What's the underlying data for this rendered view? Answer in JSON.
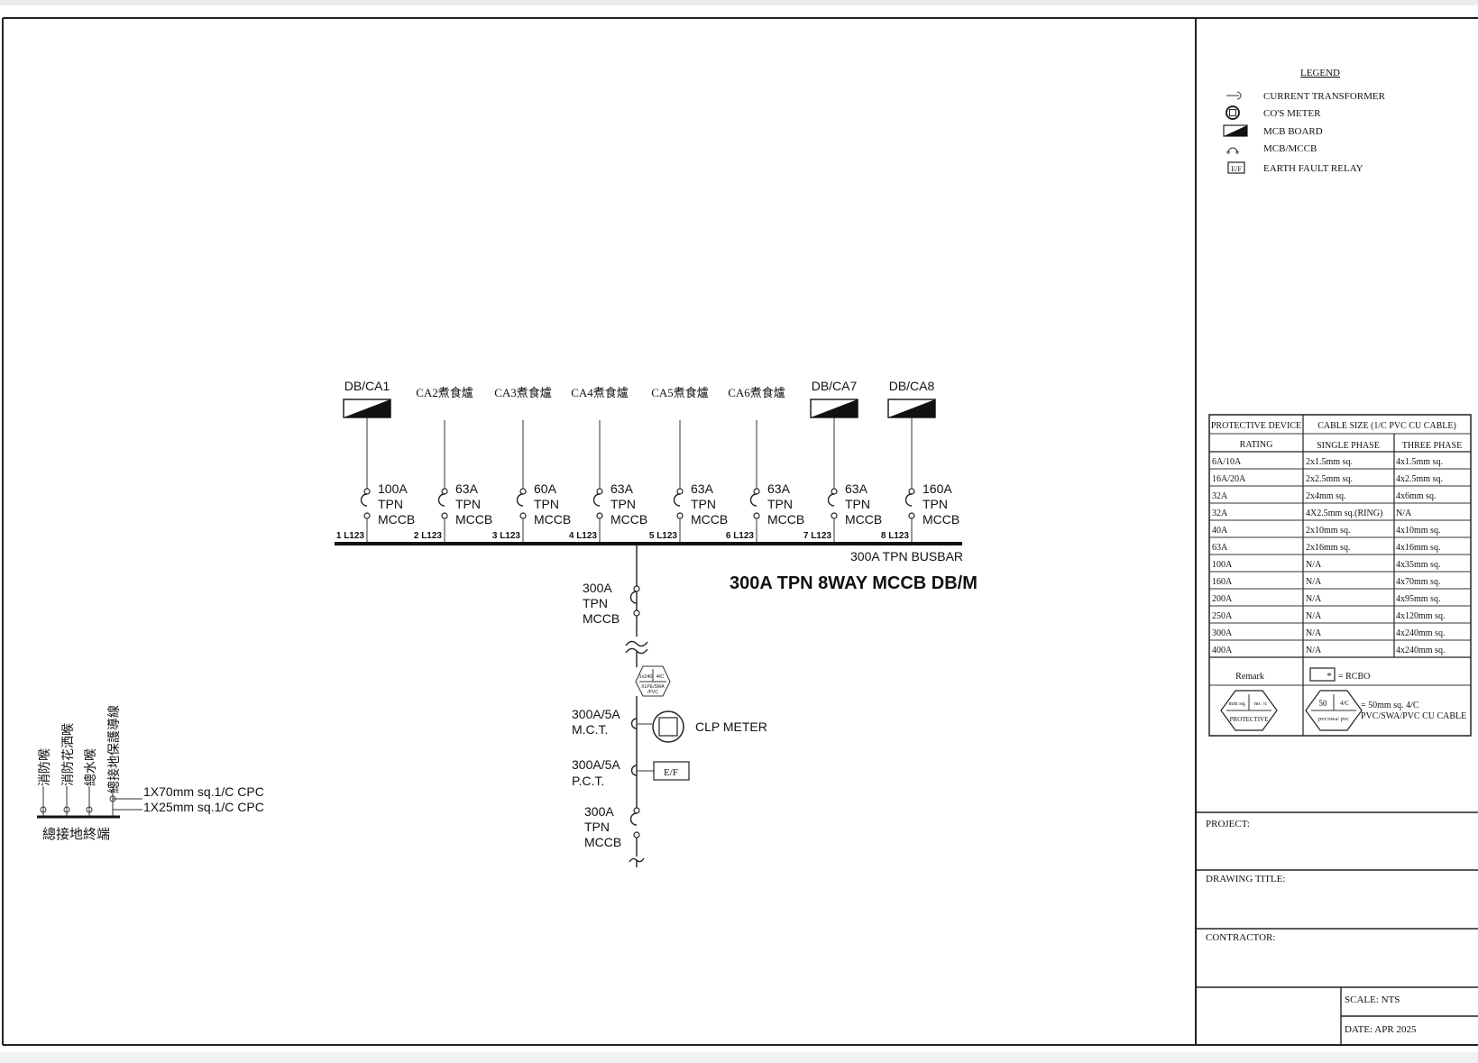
{
  "colors": {
    "ink": "#222222",
    "paper": "#ffffff",
    "frame": "#222222"
  },
  "legend": {
    "title": "LEGEND",
    "items": [
      {
        "icon": "current-transformer-icon",
        "label": "CURRENT TRANSFORMER"
      },
      {
        "icon": "cos-meter-icon",
        "label": "CO'S METER"
      },
      {
        "icon": "mcb-board-icon",
        "label": "MCB BOARD"
      },
      {
        "icon": "mcb-mccb-icon",
        "label": "MCB/MCCB"
      },
      {
        "icon": "earth-fault-relay-icon",
        "label": "EARTH FAULT RELAY",
        "badge": "E/F"
      }
    ]
  },
  "cable_table": {
    "header_left_1": "PROTECTIVE DEVICE",
    "header_left_2": "RATING",
    "header_right": "CABLE SIZE (1/C PVC CU CABLE)",
    "col_single": "SINGLE PHASE",
    "col_three": "THREE PHASE",
    "rows": [
      [
        "6A/10A",
        "2x1.5mm sq.",
        "4x1.5mm sq."
      ],
      [
        "16A/20A",
        "2x2.5mm sq.",
        "4x2.5mm sq."
      ],
      [
        "32A",
        "2x4mm sq.",
        "4x6mm sq."
      ],
      [
        "32A",
        "4X2.5mm sq.(RING)",
        "N/A"
      ],
      [
        "40A",
        "2x10mm sq.",
        "4x10mm sq."
      ],
      [
        "63A",
        "2x16mm sq.",
        "4x16mm sq."
      ],
      [
        "100A",
        "N/A",
        "4x35mm sq."
      ],
      [
        "160A",
        "N/A",
        "4x70mm sq."
      ],
      [
        "200A",
        "N/A",
        "4x95mm sq."
      ],
      [
        "250A",
        "N/A",
        "4x120mm sq."
      ],
      [
        "300A",
        "N/A",
        "4x240mm sq."
      ],
      [
        "400A",
        "N/A",
        "4x240mm sq."
      ]
    ],
    "remark_label": "Remark",
    "remark_symbol": "*",
    "remark_text": "= RCBO",
    "hex_top_left": "mm sq.",
    "hex_top_right": "no. /c",
    "hex_bottom": "PROTECTIVE",
    "example_size": "50",
    "example_cores": "4/C",
    "example_type": "pvc/swa/ pvc",
    "example_text_1": "= 50mm sq.   4/C",
    "example_text_2": "PVC/SWA/PVC CU CABLE"
  },
  "title_block": {
    "project": "PROJECT:",
    "drawing_title": "DRAWING TITLE:",
    "contractor": "CONTRACTOR:",
    "scale": "SCALE: NTS",
    "date": "DATE: APR 2025"
  },
  "diagram": {
    "main_title": "300A TPN 8WAY MCCB DB/M",
    "busbar_label": "300A TPN BUSBAR",
    "ways": [
      {
        "load": "DB/CA1",
        "board": true,
        "rating": "100A",
        "type": "TPN",
        "device": "MCCB",
        "circuit": "1 L123"
      },
      {
        "load": "CA2煮食爐",
        "board": false,
        "rating": "63A",
        "type": "TPN",
        "device": "MCCB",
        "circuit": "2 L123"
      },
      {
        "load": "CA3煮食爐",
        "board": false,
        "rating": "60A",
        "type": "TPN",
        "device": "MCCB",
        "circuit": "3 L123"
      },
      {
        "load": "CA4煮食爐",
        "board": false,
        "rating": "63A",
        "type": "TPN",
        "device": "MCCB",
        "circuit": "4 L123"
      },
      {
        "load": "CA5煮食爐",
        "board": false,
        "rating": "63A",
        "type": "TPN",
        "device": "MCCB",
        "circuit": "5 L123"
      },
      {
        "load": "CA6煮食爐",
        "board": false,
        "rating": "63A",
        "type": "TPN",
        "device": "MCCB",
        "circuit": "6 L123"
      },
      {
        "load": "DB/CA7",
        "board": true,
        "rating": "63A",
        "type": "TPN",
        "device": "MCCB",
        "circuit": "7 L123"
      },
      {
        "load": "DB/CA8",
        "board": true,
        "rating": "160A",
        "type": "TPN",
        "device": "MCCB",
        "circuit": "8 L123"
      }
    ],
    "incomer_breaker": [
      "300A",
      "TPN",
      "MCCB"
    ],
    "incoming_cable_hex": [
      "1x240",
      "4/C",
      "XLPE/SWA",
      "/PVC"
    ],
    "mct_label": [
      "300A/5A",
      "M.C.T."
    ],
    "meter_label": "CLP METER",
    "pct_label": [
      "300A/5A",
      "P.C.T."
    ],
    "ef_label": "E/F",
    "supply_breaker": [
      "300A",
      "TPN",
      "MCCB"
    ]
  },
  "earthing": {
    "vertical_labels": [
      "消防喉",
      "消防花洒喉",
      "總水喉",
      "總接地保護導線"
    ],
    "cable_1": "1X70mm sq.1/C CPC",
    "cable_2": "1X25mm sq.1/C CPC",
    "terminal_label": "總接地終端"
  }
}
